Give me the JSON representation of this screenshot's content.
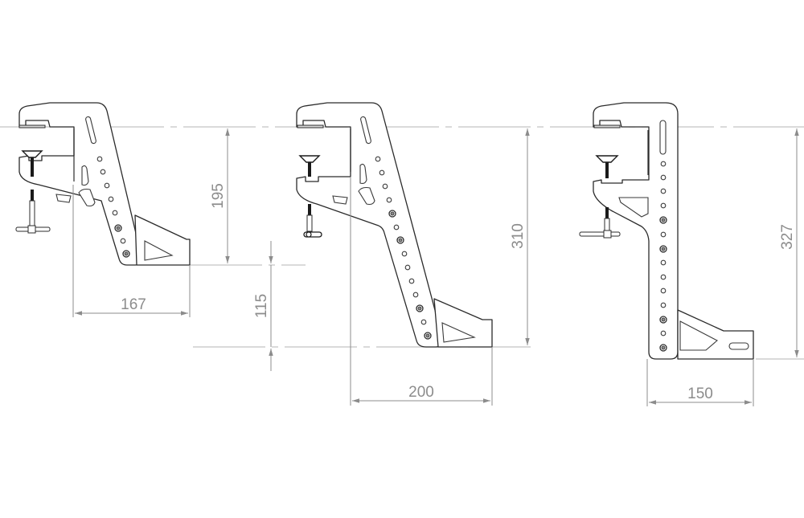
{
  "drawing": {
    "type": "technical-dimension-drawing",
    "subject": "clamp-mount bracket, three size variants",
    "line_color": "#2b2b2b",
    "dimension_color": "#8c8c8c",
    "reference_line_color": "#c4c4c4"
  },
  "brackets": [
    {
      "id": "small",
      "width_label": "167",
      "height_label": "195",
      "offset_label": "115"
    },
    {
      "id": "medium",
      "width_label": "200",
      "height_label": "310"
    },
    {
      "id": "large",
      "width_label": "150",
      "height_label": "327"
    }
  ]
}
